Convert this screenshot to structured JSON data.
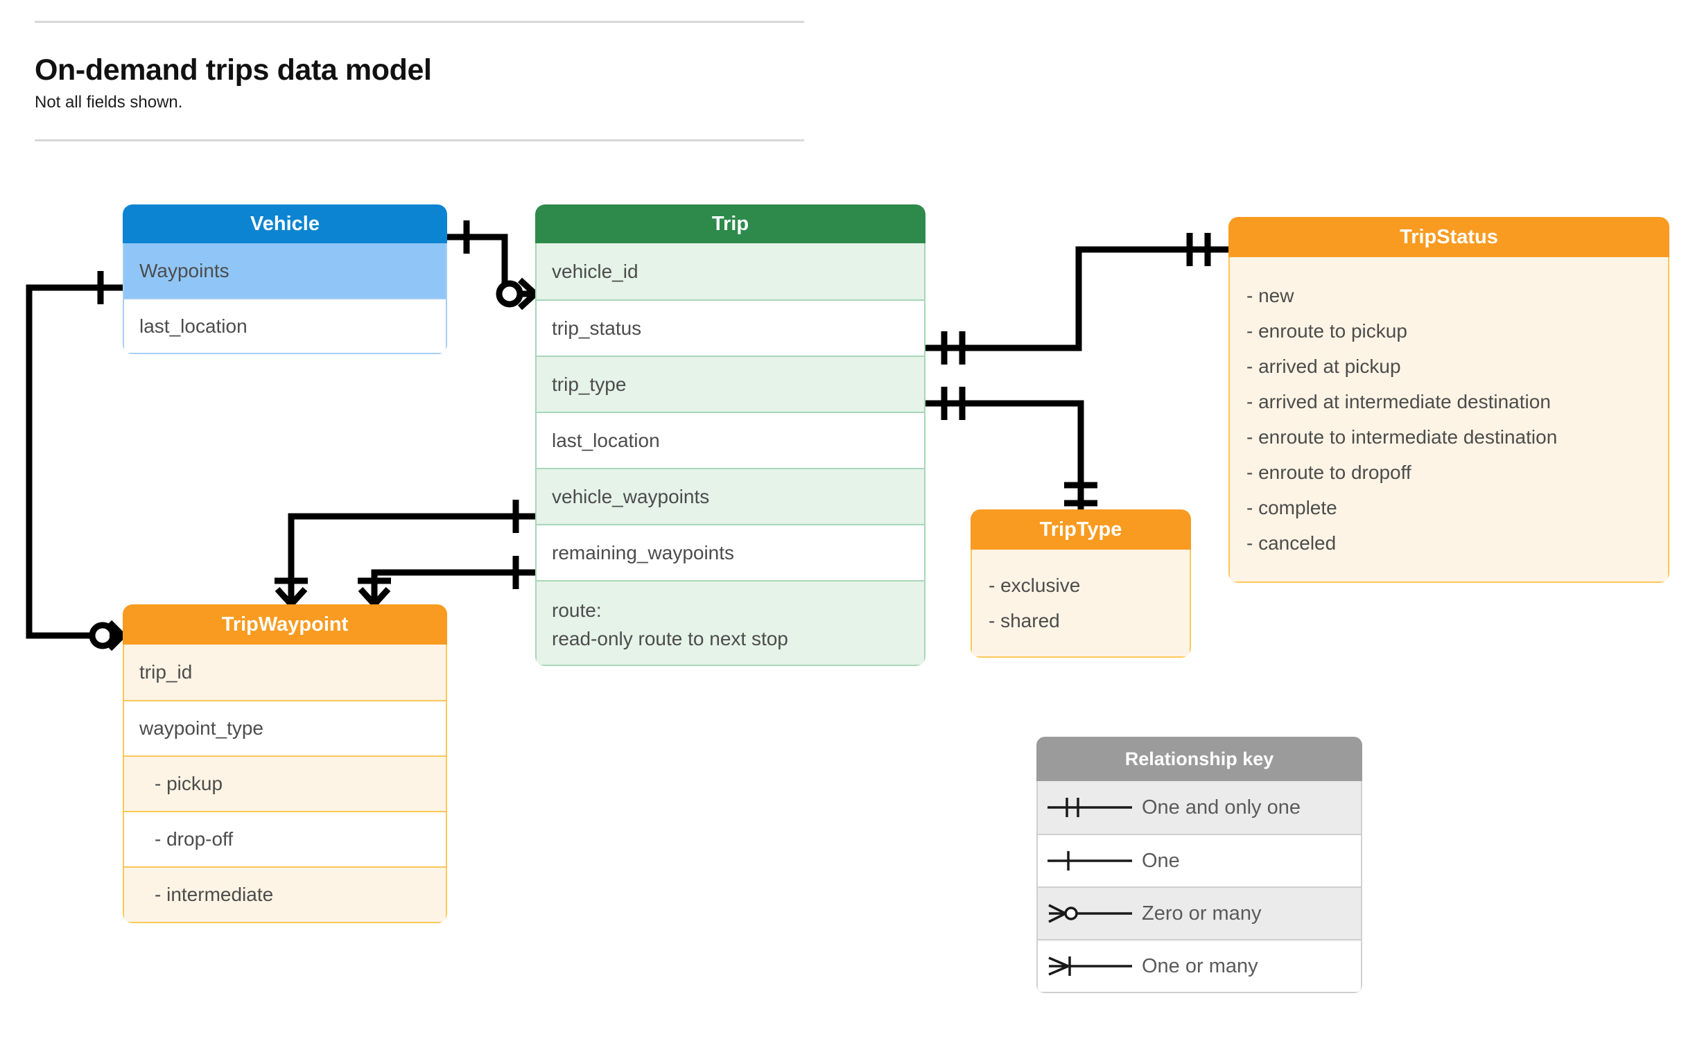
{
  "header": {
    "title": "On-demand trips data model",
    "subtitle": "Not all fields shown."
  },
  "colors": {
    "vehicle_header": "#0c84d1",
    "vehicle_row": "#90c6f7",
    "vehicle_border": "#a5cdf2",
    "trip_header": "#2d8a4b",
    "trip_row": "#e5f3e9",
    "trip_border": "#a8d6b7",
    "orange_header": "#f89b20",
    "orange_row": "#fdf4e5",
    "orange_border": "#fdc757",
    "key_header": "#9b9b9b",
    "key_row": "#ebebeb",
    "connector": "#000000"
  },
  "entities": {
    "vehicle": {
      "title": "Vehicle",
      "fields": [
        {
          "label": "Waypoints"
        },
        {
          "label": "last_location"
        }
      ]
    },
    "trip": {
      "title": "Trip",
      "fields": [
        {
          "label": "vehicle_id"
        },
        {
          "label": "trip_status"
        },
        {
          "label": "trip_type"
        },
        {
          "label": "last_location"
        },
        {
          "label": "vehicle_waypoints"
        },
        {
          "label": "remaining_waypoints"
        }
      ],
      "route": {
        "line1": "route:",
        "line2": "read-only route to next stop"
      }
    },
    "trip_status": {
      "title": "TripStatus",
      "values": [
        "- new",
        "- enroute to pickup",
        "- arrived at pickup",
        "- arrived at intermediate destination",
        "- enroute to intermediate destination",
        "- enroute to dropoff",
        "- complete",
        "- canceled"
      ]
    },
    "trip_type": {
      "title": "TripType",
      "values": [
        "- exclusive",
        "- shared"
      ]
    },
    "trip_waypoint": {
      "title": "TripWaypoint",
      "fields": [
        {
          "label": "trip_id"
        },
        {
          "label": "waypoint_type"
        }
      ],
      "waypoint_types": [
        "-  pickup",
        "-  drop-off",
        "-  intermediate"
      ]
    }
  },
  "relationship_key": {
    "title": "Relationship key",
    "rows": [
      {
        "symbol": "one-and-only-one",
        "label": "One and only one"
      },
      {
        "symbol": "one",
        "label": "One"
      },
      {
        "symbol": "zero-or-many",
        "label": "Zero or many"
      },
      {
        "symbol": "one-or-many",
        "label": "One or many"
      }
    ]
  },
  "relationships": [
    {
      "from": "Vehicle",
      "from_cardinality": "one",
      "to": "Trip.vehicle_id",
      "to_cardinality": "zero-or-many"
    },
    {
      "from": "Vehicle.Waypoints",
      "from_cardinality": "one",
      "to": "TripWaypoint",
      "to_cardinality": "zero-or-many"
    },
    {
      "from": "Trip.trip_status",
      "from_cardinality": "one-and-only-one",
      "to": "TripStatus",
      "to_cardinality": "one-and-only-one"
    },
    {
      "from": "Trip.trip_type",
      "from_cardinality": "one-and-only-one",
      "to": "TripType",
      "to_cardinality": "one-and-only-one"
    },
    {
      "from": "Trip.vehicle_waypoints",
      "from_cardinality": "one",
      "to": "TripWaypoint",
      "to_cardinality": "one-or-many"
    },
    {
      "from": "Trip.remaining_waypoints",
      "from_cardinality": "one",
      "to": "TripWaypoint",
      "to_cardinality": "one-or-many"
    }
  ]
}
